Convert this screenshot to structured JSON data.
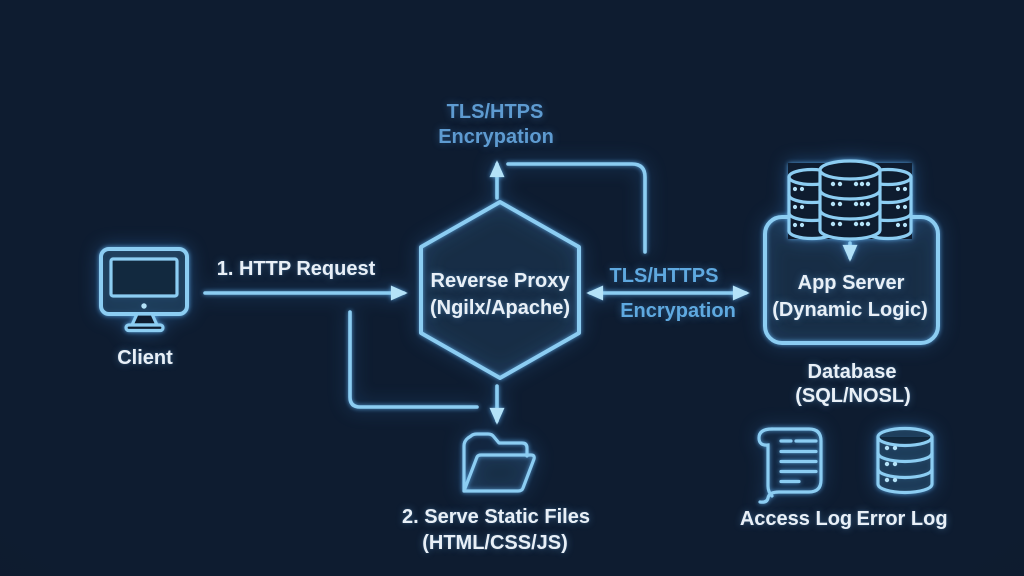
{
  "colors": {
    "background": "#0e1c30",
    "background_edge": "#0a1626",
    "background_patch": "#0e1c2f",
    "line": "#8ccdf2",
    "line_bright": "#b4e2f8",
    "text_white": "#e9f0f7",
    "text_blue_top": "#5e9bd1",
    "text_blue_mid": "#5fa9e0"
  },
  "nodes": {
    "client": {
      "label": "Client"
    },
    "reverse_proxy": {
      "line1": "Reverse Proxy",
      "line2": "(Ngilx/Apache)"
    },
    "app_server": {
      "line1": "App Server",
      "line2": "(Dynamic Logic)"
    },
    "database": {
      "line1": "Database",
      "line2": "(SQL/NOSL)"
    },
    "access_log": {
      "label": "Access Log"
    },
    "error_log": {
      "label": "Error Log"
    }
  },
  "edges": {
    "http_request": {
      "label": "1. HTTP Request"
    },
    "tls_top": {
      "line1": "TLS/HTPS",
      "line2": "Encrypation"
    },
    "tls_mid": {
      "line1": "TLS/HTTPS",
      "line2": "Encrypation"
    },
    "serve_static": {
      "line1": "2. Serve Static Files",
      "line2": "(HTML/CSS/JS)"
    }
  },
  "icons": {
    "client": "monitor-icon",
    "reverse_proxy": "hexagon-shape",
    "app_server": "database-cluster-icon",
    "serve_static": "folder-icon",
    "access_log": "scroll-document-icon",
    "error_log": "database-cylinder-icon"
  }
}
